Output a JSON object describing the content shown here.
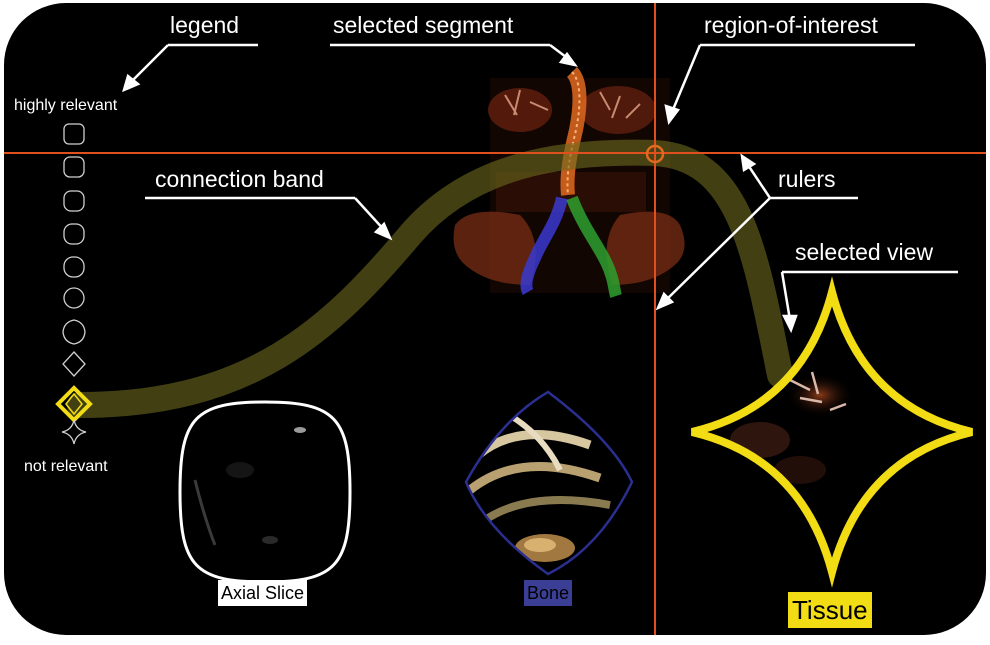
{
  "colors": {
    "background": "#000000",
    "ruler": "#e0501e",
    "band": "#6e6a1e",
    "highlight": "#f2dc14",
    "bone_outline": "#2a2f90",
    "segment_upper": "#e06a20",
    "segment_left": "#3a3ad0",
    "segment_right": "#2ea02e"
  },
  "labels": {
    "legend": "legend",
    "selected_segment": "selected segment",
    "region_of_interest": "region-of-interest",
    "connection_band": "connection band",
    "rulers": "rulers",
    "selected_view": "selected view"
  },
  "legend": {
    "top": "highly relevant",
    "bottom": "not relevant",
    "shapes": [
      "rounded-square-icon",
      "rounded-square-icon",
      "rounded-square-icon",
      "rounded-square-icon",
      "squircle-icon",
      "circle-icon",
      "rounded-diamond-icon",
      "diamond-icon",
      "selected-diamond-icon",
      "star-icon"
    ]
  },
  "views": {
    "axial": "Axial Slice",
    "bone": "Bone",
    "tissue": "Tissue"
  }
}
